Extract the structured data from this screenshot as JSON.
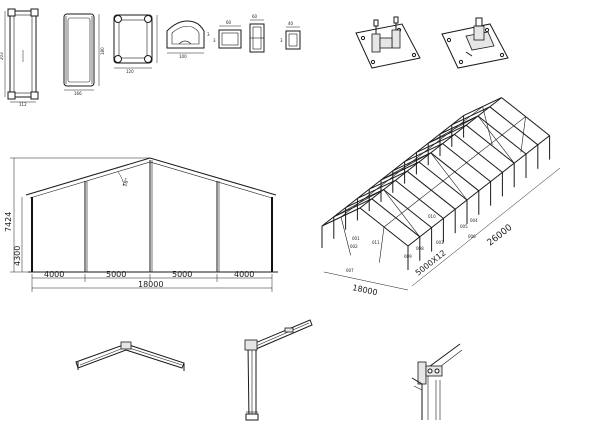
{
  "profiles": {
    "p1": {
      "width": "112",
      "height": "203"
    },
    "p2": {
      "width": "166",
      "height": "180"
    },
    "p3": {
      "width": "120"
    },
    "p4": {
      "width": "100",
      "side": "3"
    },
    "p5": {
      "width": "60",
      "side": "3"
    },
    "p6": {
      "width": "60"
    },
    "p7": {
      "width": "40",
      "side": "3"
    }
  },
  "elevation": {
    "total_height": "7424",
    "eave_height": "4300",
    "roof_pitch": "18°",
    "bays": [
      "4000",
      "5000",
      "5000",
      "4000"
    ],
    "span": "18000"
  },
  "isometric": {
    "length": "26000",
    "bay_spacing": "5000X12",
    "width": "18000",
    "parts": [
      "001",
      "002",
      "003",
      "004",
      "005",
      "006",
      "007",
      "008",
      "009",
      "010",
      "011"
    ]
  },
  "colors": {
    "line": "#1a1a1a",
    "background": "#ffffff"
  }
}
